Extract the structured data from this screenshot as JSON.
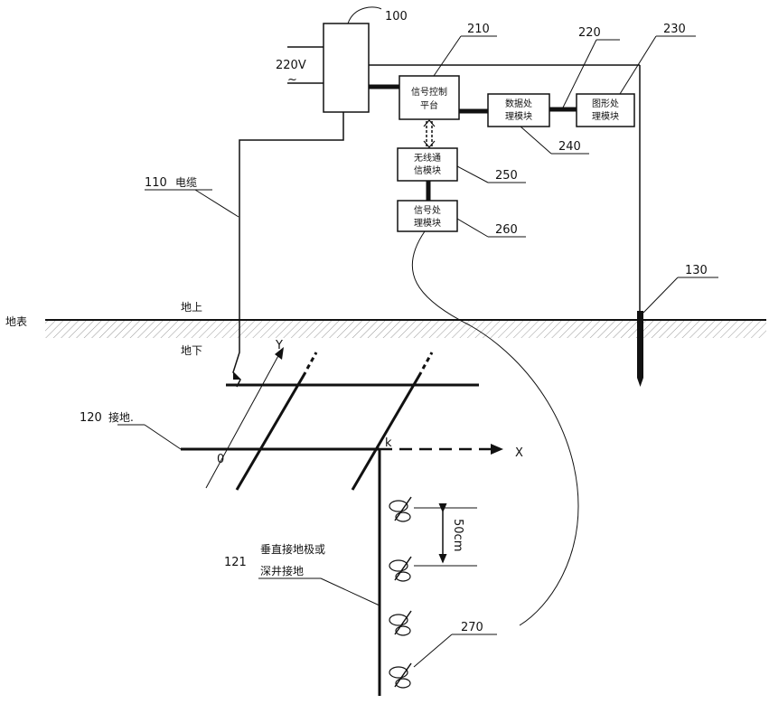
{
  "ref_numbers": {
    "power_box": "100",
    "signal_platform": "210",
    "data_module_upper": "220",
    "graphics_module": "230",
    "data_module_lower": "240",
    "wireless_module": "250",
    "signal_processing": "260",
    "ground_electrode": "130",
    "ground_net": "120",
    "vertical_rod": "121",
    "cable": "110",
    "probe": "270"
  },
  "labels": {
    "voltage": "220V",
    "ac_symbol": "~",
    "cable_text": "电缆",
    "ground_net_text": "接地.",
    "vertical_line1": "垂直接地极或",
    "vertical_line2": "深井接地",
    "surface": "地表",
    "above_ground": "地上",
    "below_ground": "地下",
    "axis_x": "X",
    "axis_y": "Y",
    "origin": "0",
    "point_k": "k",
    "spacing": "50cm"
  },
  "boxes": {
    "signal_platform": [
      "信号控制",
      "平台"
    ],
    "data_module": [
      "数据处",
      "理模块"
    ],
    "graphics_module": [
      "图形处",
      "理模块"
    ],
    "wireless_module": [
      "无线通",
      "信模块"
    ],
    "signal_processing": [
      "信号处",
      "理模块"
    ]
  }
}
